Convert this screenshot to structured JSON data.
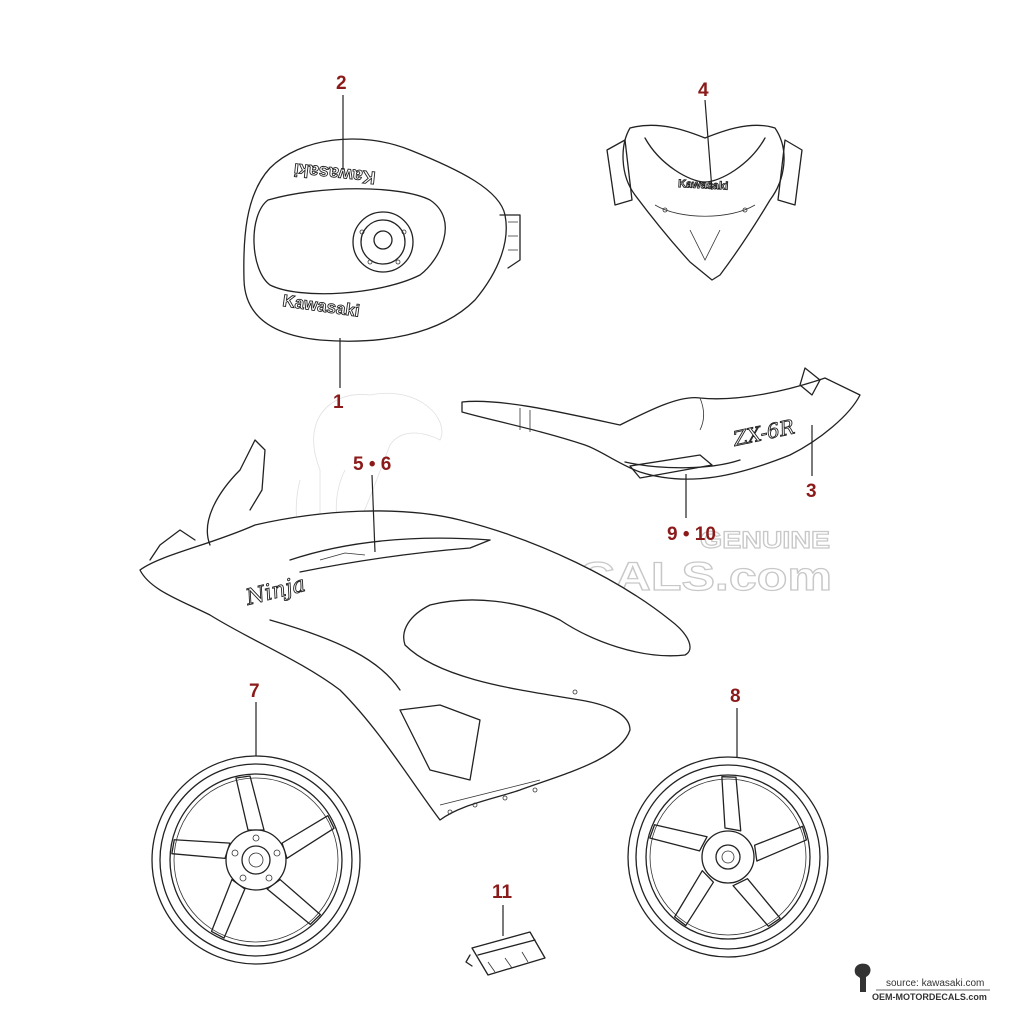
{
  "callouts": {
    "c1": "1",
    "c2": "2",
    "c3": "3",
    "c4": "4",
    "c56": "5 • 6",
    "c7": "7",
    "c8": "8",
    "c910": "9 • 10",
    "c11": "11"
  },
  "decals": {
    "tank_top": "Kawasaki",
    "tank_bottom": "Kawasaki",
    "cowl": "Kawasaki",
    "tail": "ZX-6R",
    "fairing": "Ninja"
  },
  "watermark": {
    "main": "OEM-MOTORDECALS.com",
    "genuine": "GENUINE"
  },
  "credit": {
    "source": "source: kawasaki.com",
    "site": "OEM-MOTORDECALS.com"
  },
  "colors": {
    "callout": "#8b1a1a",
    "line": "#222222",
    "watermark": "#c8c8c8"
  }
}
